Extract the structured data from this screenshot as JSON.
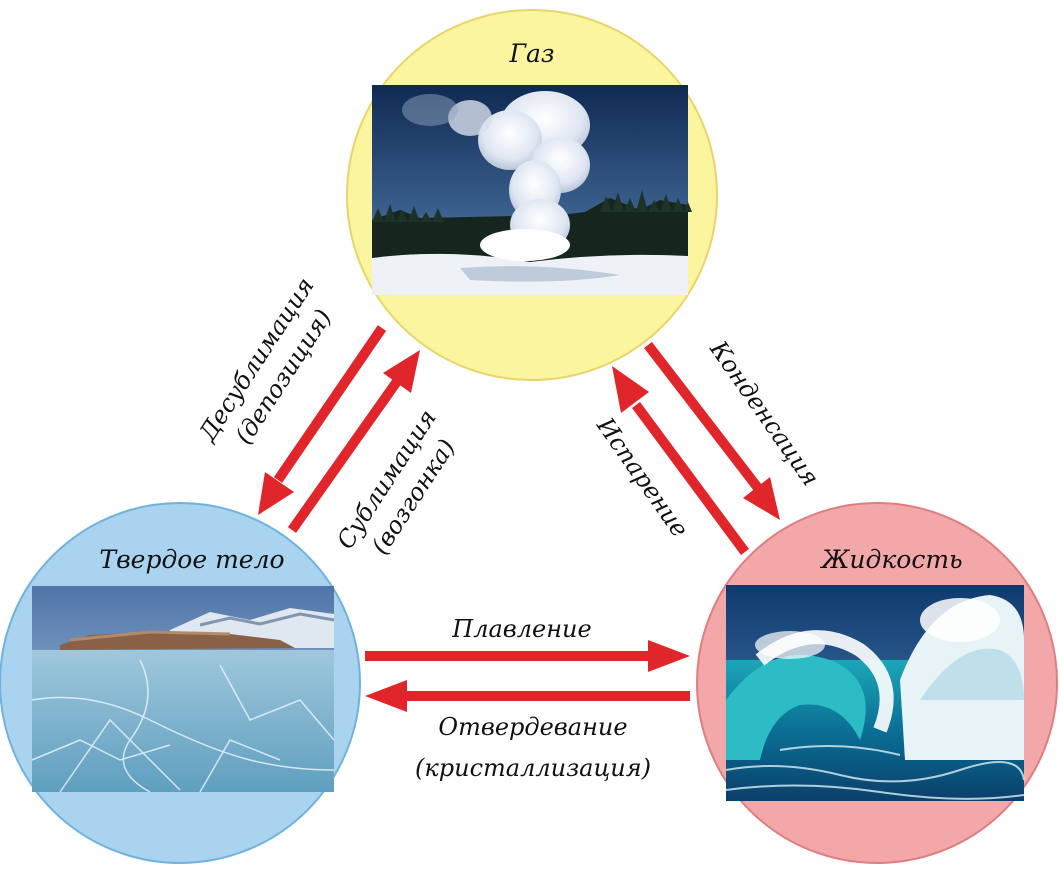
{
  "states": {
    "gas": {
      "title": "Газ",
      "fill": "#fbf5a0",
      "stroke": "#e8d56a",
      "picture": "geyser-photo"
    },
    "solid": {
      "title": "Твердое тело",
      "fill": "#a9d3ef",
      "stroke": "#6fb2de",
      "picture": "frozen-lake-photo"
    },
    "liquid": {
      "title": "Жидкость",
      "fill": "#f2a7a9",
      "stroke": "#e07d80",
      "picture": "ocean-wave-photo"
    }
  },
  "processes": {
    "deposition": {
      "line1": "Десублимация",
      "line2": "(депозиция)"
    },
    "sublimation": {
      "line1": "Сублимация",
      "line2": "(возгонка)"
    },
    "condensation": {
      "line1": "Конденсация"
    },
    "evaporation": {
      "line1": "Испарение"
    },
    "melting": {
      "line1": "Плавление"
    },
    "solidification": {
      "line1": "Отвердевание",
      "line2": "(кристаллизация)"
    }
  },
  "colors": {
    "arrow": "#e0262a"
  }
}
